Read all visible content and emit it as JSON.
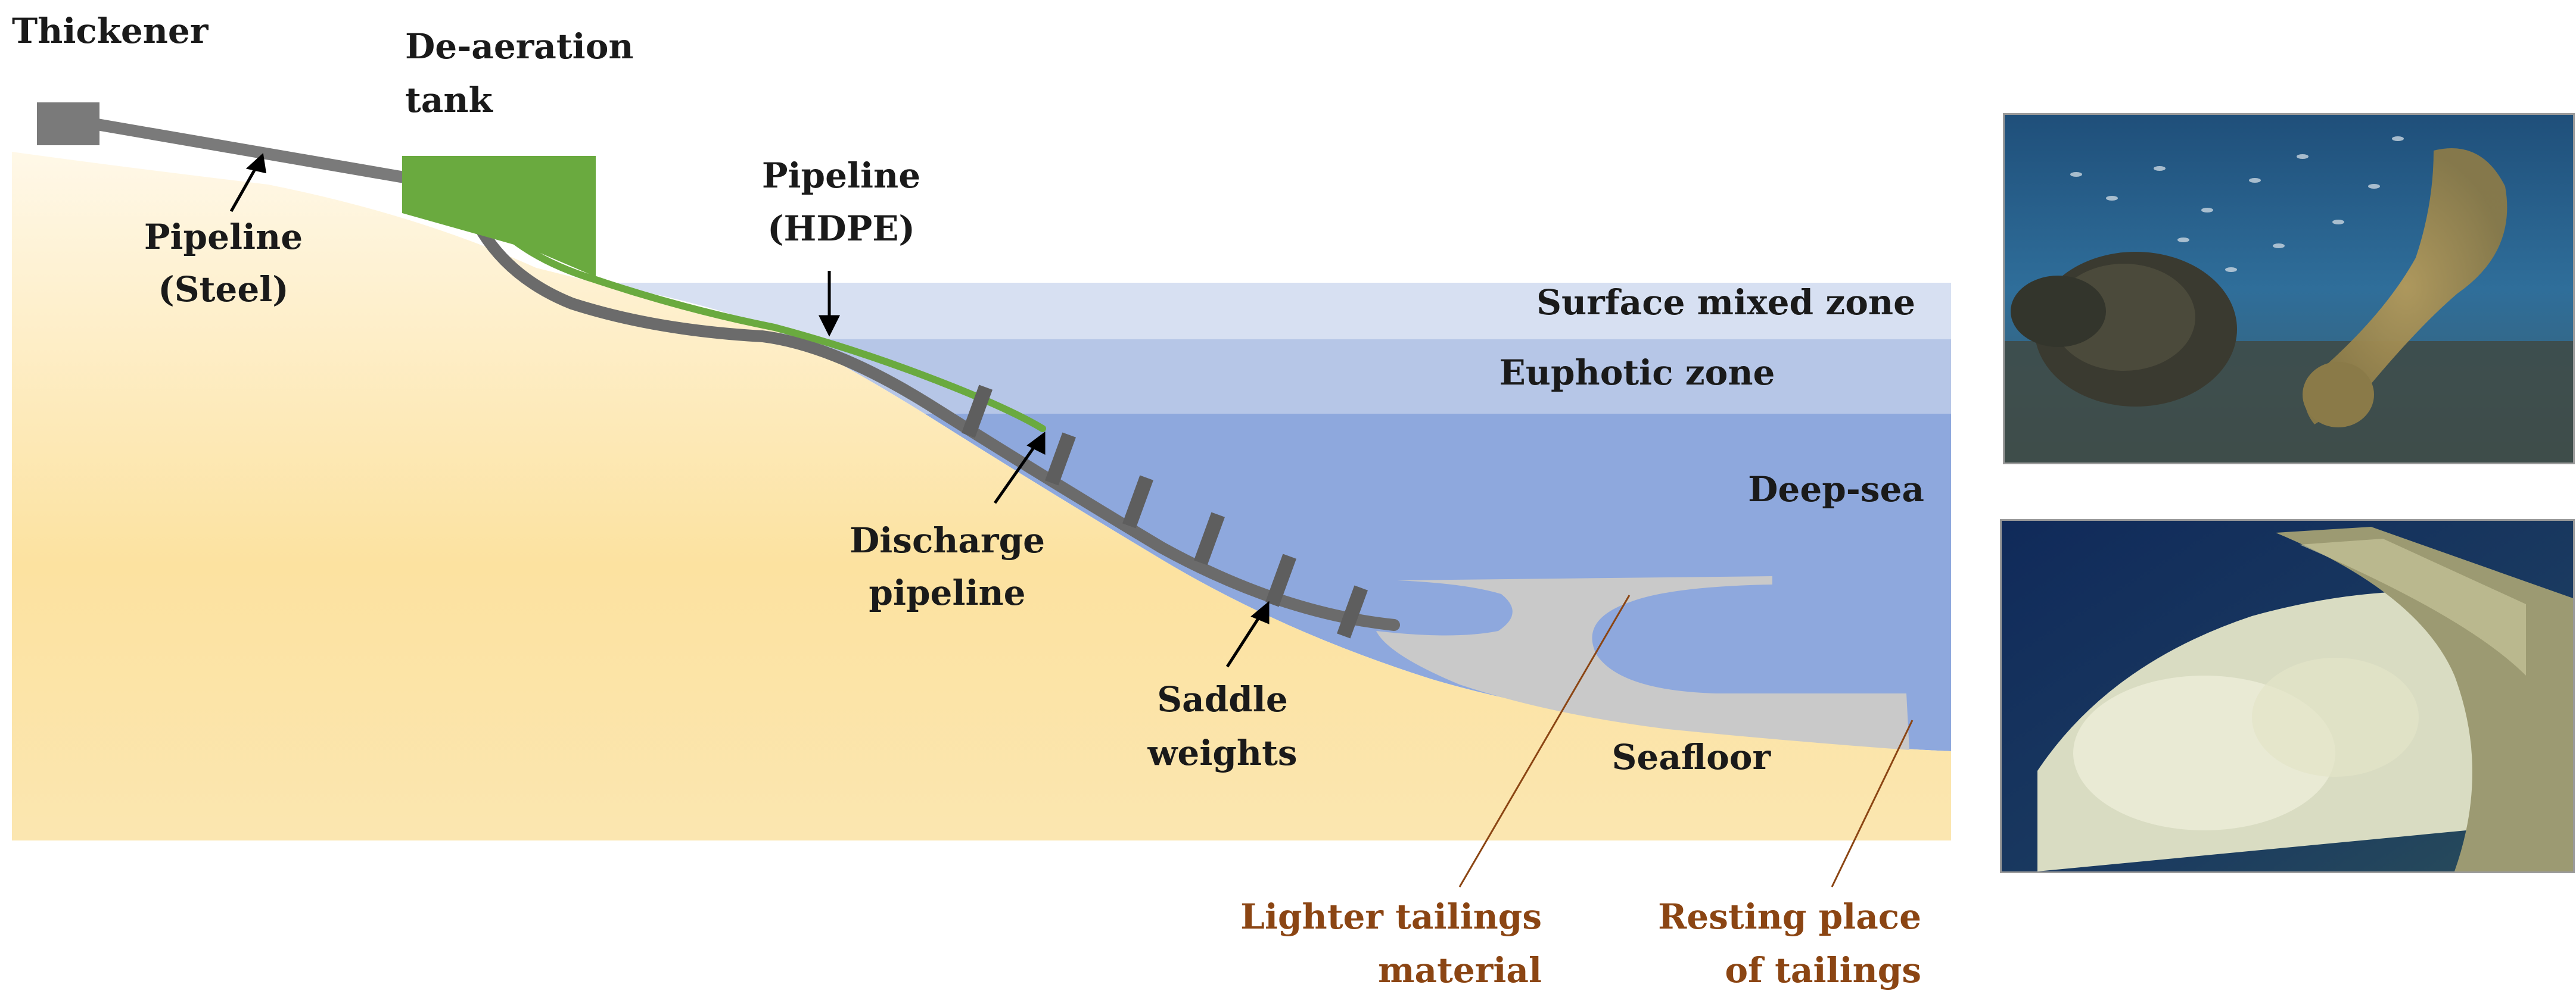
{
  "labels": {
    "thickener": "Thickener",
    "deaeration_line1": "De-aeration",
    "deaeration_line2": "tank",
    "pipeline_steel_line1": "Pipeline",
    "pipeline_steel_line2": "(Steel)",
    "pipeline_hdpe_line1": "Pipeline",
    "pipeline_hdpe_line2": "(HDPE)",
    "surface_mixed_zone": "Surface mixed zone",
    "euphotic_zone": "Euphotic zone",
    "deep_sea": "Deep-sea",
    "discharge_line1": "Discharge",
    "discharge_line2": "pipeline",
    "saddle_line1": "Saddle",
    "saddle_line2": "weights",
    "seafloor": "Seafloor",
    "lighter_line1": "Lighter tailings",
    "lighter_line2": "material",
    "resting_line1": "Resting place",
    "resting_line2": "of tailings"
  },
  "colors": {
    "sand_light": "#fff7e6",
    "sand_dark": "#fbdc8e",
    "surface_zone": "#d7e0f2",
    "euphotic_zone": "#b6c6e7",
    "deep_sea": "#8ea8dd",
    "pipe_gray": "#6b6b6b",
    "tank_green": "#6aaa3f",
    "tailings_gray": "#c9c9c9",
    "brown_text": "#8b4513"
  }
}
